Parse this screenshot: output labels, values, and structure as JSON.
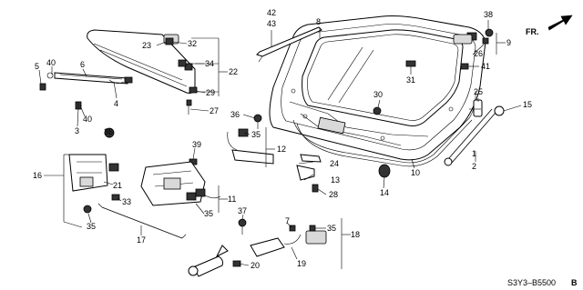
{
  "diagram": {
    "reference_code": "S3Y3–B5500",
    "reference_suffix": "B",
    "direction_label": "FR.",
    "callouts": [
      {
        "id": "c1",
        "text": "1"
      },
      {
        "id": "c2",
        "text": "2"
      },
      {
        "id": "c3",
        "text": "3"
      },
      {
        "id": "c4",
        "text": "4"
      },
      {
        "id": "c5",
        "text": "5"
      },
      {
        "id": "c6",
        "text": "6"
      },
      {
        "id": "c7",
        "text": "7"
      },
      {
        "id": "c8",
        "text": "8"
      },
      {
        "id": "c9",
        "text": "9"
      },
      {
        "id": "c10",
        "text": "10"
      },
      {
        "id": "c11",
        "text": "11"
      },
      {
        "id": "c12",
        "text": "12"
      },
      {
        "id": "c13",
        "text": "13"
      },
      {
        "id": "c14",
        "text": "14"
      },
      {
        "id": "c15",
        "text": "15"
      },
      {
        "id": "c16",
        "text": "16"
      },
      {
        "id": "c17",
        "text": "17"
      },
      {
        "id": "c18",
        "text": "18"
      },
      {
        "id": "c19",
        "text": "19"
      },
      {
        "id": "c20",
        "text": "20"
      },
      {
        "id": "c21",
        "text": "21"
      },
      {
        "id": "c22",
        "text": "22"
      },
      {
        "id": "c23",
        "text": "23"
      },
      {
        "id": "c24",
        "text": "24"
      },
      {
        "id": "c25",
        "text": "25"
      },
      {
        "id": "c26",
        "text": "26"
      },
      {
        "id": "c27",
        "text": "27"
      },
      {
        "id": "c28",
        "text": "28"
      },
      {
        "id": "c29",
        "text": "29"
      },
      {
        "id": "c30",
        "text": "30"
      },
      {
        "id": "c31",
        "text": "31"
      },
      {
        "id": "c32",
        "text": "32"
      },
      {
        "id": "c33",
        "text": "33"
      },
      {
        "id": "c34",
        "text": "34"
      },
      {
        "id": "c35a",
        "text": "35"
      },
      {
        "id": "c35b",
        "text": "35"
      },
      {
        "id": "c35c",
        "text": "35"
      },
      {
        "id": "c35d",
        "text": "35"
      },
      {
        "id": "c36a",
        "text": "36"
      },
      {
        "id": "c36b",
        "text": "36"
      },
      {
        "id": "c37",
        "text": "37"
      },
      {
        "id": "c38",
        "text": "38"
      },
      {
        "id": "c39",
        "text": "39"
      },
      {
        "id": "c40a",
        "text": "40"
      },
      {
        "id": "c40b",
        "text": "40"
      },
      {
        "id": "c41",
        "text": "41"
      },
      {
        "id": "c42",
        "text": "42"
      },
      {
        "id": "c43",
        "text": "43"
      }
    ]
  }
}
